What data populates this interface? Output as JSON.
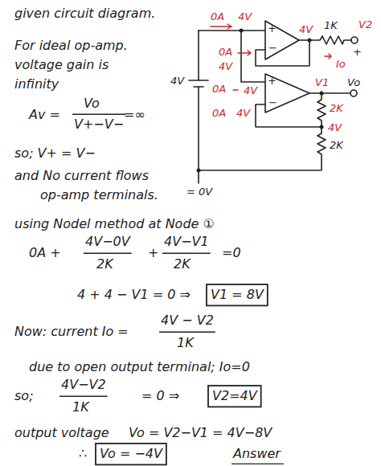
{
  "diagram": {
    "labels": [
      "given circuit diagram.",
      "For ideal op-amp.",
      "voltage gain is",
      "infinity",
      "Av =",
      "Vo",
      "V+−V−",
      "=∞",
      "so; V+ = V−",
      "and No current flows",
      "op-amp terminals.",
      "using Nodel method at Node ①",
      "0A +",
      "4V−0V",
      "2K",
      "+",
      "4V−V1",
      "2K",
      "=0",
      "4 + 4 − V1 = 0 ⇒",
      "V1 = 8V",
      "Now:  current  Io =",
      "4V − V2",
      "1K",
      "due to open output terminal; Io=0",
      "so;",
      "4V−V2",
      "1K",
      "= 0 ⇒",
      "V2=4V",
      "output voltage",
      "Vo = V2−V1 = 4V−8V",
      "∴",
      "Vo = −4V",
      "Answer",
      "0A",
      "4V",
      "+",
      "−",
      "4V",
      "1K",
      "V2",
      "+",
      "Io",
      "0A",
      "4V",
      "4V",
      "+",
      "−",
      "4V",
      "V1",
      "Vo",
      "0A",
      "0A",
      "4V",
      "2K",
      "4V",
      "2K",
      "= 0V"
    ]
  }
}
